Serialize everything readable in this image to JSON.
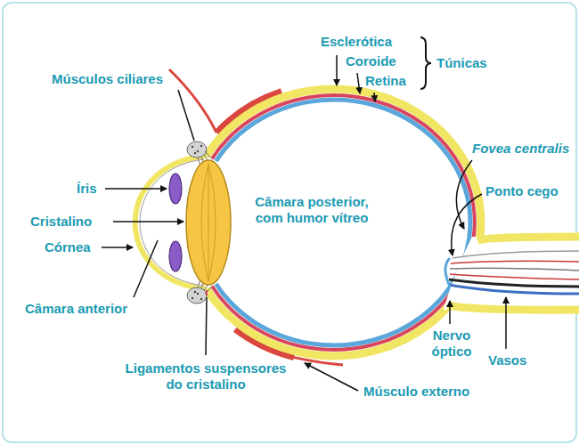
{
  "diagram": {
    "labels": [
      "Esclerótica",
      "Coroide",
      "Retina",
      "Túnicas",
      "Músculos ciliares",
      "Íris",
      "Fovea centralis",
      "Câmara posterior, com humor vítreo",
      "Cristalino",
      "Ponto cego",
      "Córnea",
      "Câmara anterior",
      "Nervo óptico",
      "Vasos",
      "Ligamentos suspensores do cristalino",
      "Músculo externo"
    ]
  }
}
